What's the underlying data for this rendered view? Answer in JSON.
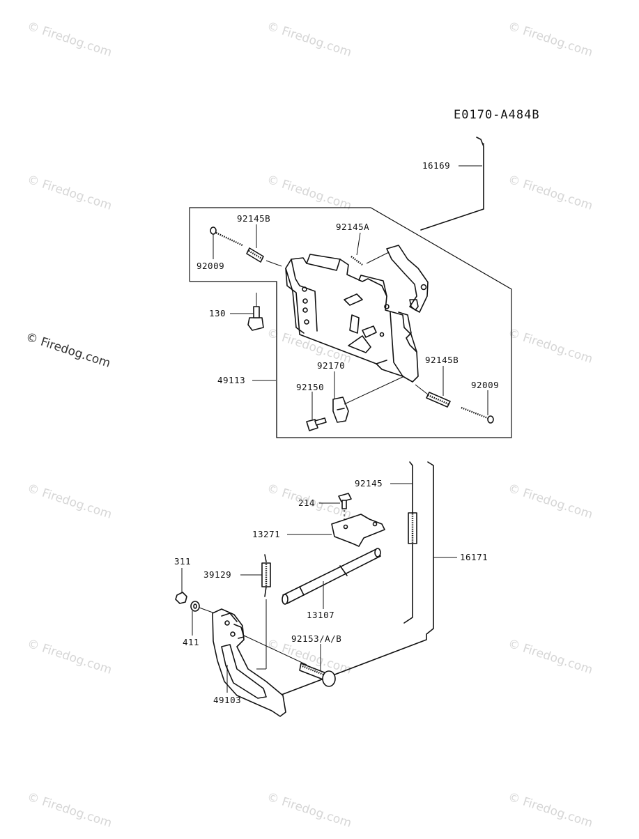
{
  "diagram_code": "E0170-A484B",
  "watermark_text": "© Firedog.com",
  "parts": {
    "p16169": "16169",
    "p92145B_top": "92145B",
    "p92145A": "92145A",
    "p92009_left": "92009",
    "p130": "130",
    "p49113": "49113",
    "p92170": "92170",
    "p92150": "92150",
    "p92145B_right": "92145B",
    "p92009_right": "92009",
    "p92145": "92145",
    "p214": "214",
    "p13271": "13271",
    "p16171": "16171",
    "p311": "311",
    "p39129": "39129",
    "p13107": "13107",
    "p411": "411",
    "p92153": "92153/A/B",
    "p49103": "49103"
  }
}
